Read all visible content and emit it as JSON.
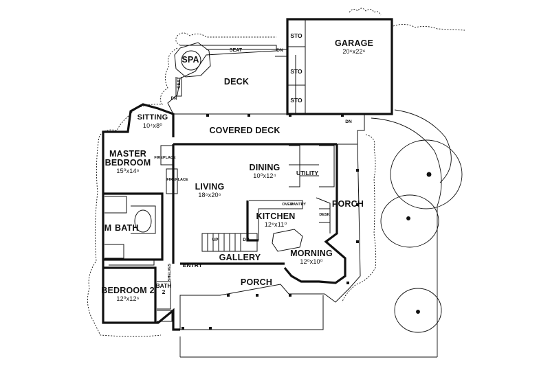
{
  "rooms": {
    "garage": {
      "name": "GARAGE",
      "dim": "20⁶x22⁶"
    },
    "spa": {
      "name": "SPA"
    },
    "deck": {
      "name": "DECK"
    },
    "sitting": {
      "name": "SITTING",
      "dim": "10⁴x8⁰"
    },
    "covered_deck": {
      "name": "COVERED DECK"
    },
    "master_bedroom": {
      "name1": "MASTER",
      "name2": "BEDROOM",
      "dim": "15⁰x14⁶"
    },
    "dining": {
      "name": "DINING",
      "dim": "10⁰x12⁴"
    },
    "utility": {
      "name": "UTILITY"
    },
    "living": {
      "name": "LIVING",
      "dim": "18⁶x20⁶"
    },
    "porch_east": {
      "name": "PORCH"
    },
    "bath": {
      "name": "BATH"
    },
    "kitchen": {
      "name": "KITCHEN",
      "dim": "12⁶x11⁰"
    },
    "gallery": {
      "name": "GALLERY"
    },
    "morning": {
      "name": "MORNING",
      "dim": "12⁰x10⁰"
    },
    "entry": {
      "name": "ENTRY"
    },
    "porch_south": {
      "name": "PORCH"
    },
    "bedroom2": {
      "name": "BEDROOM 2",
      "dim": "12⁰x12⁶"
    },
    "bath2": {
      "name": "BATH",
      "num": "2"
    }
  },
  "small_labels": {
    "seat_top": "SEAT",
    "seat_side": "SEAT",
    "dn_deck": "DN",
    "dn_east": "DN",
    "dn_stair": "DN",
    "dn_spa": "DN",
    "up_stair": "UP",
    "sto": "STO",
    "m": "M",
    "fireplace": "FIREPLACE",
    "oven": "OVEN",
    "pantry": "PANTRY",
    "desk": "DESK",
    "shelves": "SHELVES"
  },
  "colors": {
    "ink": "#111111",
    "background": "#ffffff"
  }
}
